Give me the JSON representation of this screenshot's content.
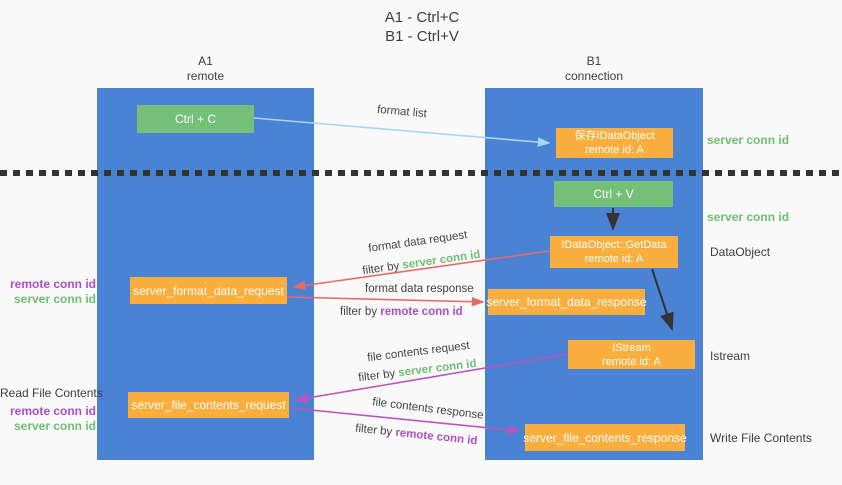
{
  "colors": {
    "bg": "#f9f9f9",
    "column-blue": "#4a82d4",
    "box-orange": "#f9ae3d",
    "btn-green": "#74c078",
    "arrow-lightblue": "#a5d7f2",
    "arrow-red": "#e56b6b",
    "arrow-magenta": "#bf53bf",
    "arrow-black": "#333333",
    "label-green": "#6fbf73",
    "label-purple": "#ac4fc6",
    "text-dark": "#3d3d3d"
  },
  "title": {
    "line1": "A1 - Ctrl+C",
    "line2": "B1 - Ctrl+V"
  },
  "columns": {
    "left": {
      "name": "A1",
      "subtitle": "remote"
    },
    "right": {
      "name": "B1",
      "subtitle": "connection"
    }
  },
  "nodes": {
    "ctrl_c": {
      "label": "Ctrl + C"
    },
    "ctrl_v": {
      "label": "Ctrl + V"
    },
    "save_dataobject": {
      "line1": "保存IDataObject",
      "line2": "remote id: A"
    },
    "getdata": {
      "line1": "IDataObject::GetData",
      "line2": "remote id: A"
    },
    "istream": {
      "line1": "IStream",
      "line2": "remote id: A"
    },
    "format_request": {
      "label": "server_format_data_request"
    },
    "format_response": {
      "label": "server_format_data_response"
    },
    "file_request": {
      "label": "server_file_contents_request"
    },
    "file_response": {
      "label": "server_file_contents_response"
    }
  },
  "arrow_labels": {
    "format_list": "format list",
    "format_data_request": "format data request",
    "format_data_response": "format data response",
    "file_contents_request": "file contents request",
    "file_contents_response": "file contents response",
    "filter_by": "filter by ",
    "server_conn_id": "server conn id",
    "remote_conn_id": "remote conn id"
  },
  "side_labels": {
    "right": {
      "server_conn_id_top": "server conn id",
      "server_conn_id_mid": "server conn id",
      "dataobject": "DataObject",
      "istream": "Istream",
      "write_file_contents": "Write File Contents"
    },
    "left": {
      "remote_conn_id_1": "remote conn id",
      "server_conn_id_1": "server conn id",
      "read_file_contents": "Read File Contents",
      "remote_conn_id_2": "remote conn id",
      "server_conn_id_2": "server conn id"
    }
  }
}
